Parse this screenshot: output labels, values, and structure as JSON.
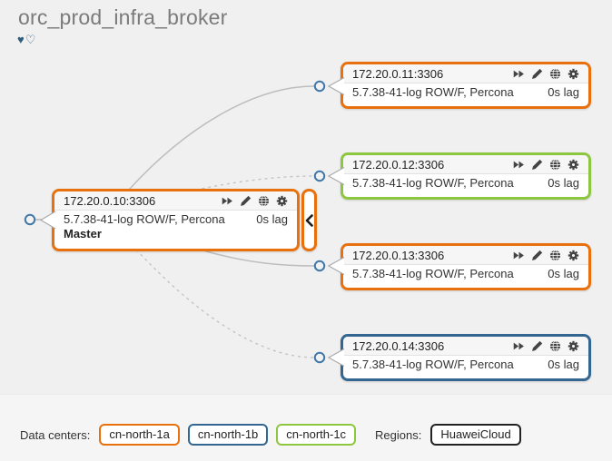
{
  "page": {
    "title": "orc_prod_infra_broker"
  },
  "icons": {
    "heart_filled": "♥",
    "heart_outline": "♡",
    "node_actions": [
      "fast-forward-icon",
      "edit-icon",
      "globe-icon",
      "gear-icon"
    ],
    "collapse_icon": "chevron-left"
  },
  "colors": {
    "dc_orange": "#e8710d",
    "dc_blue": "#336691",
    "dc_green": "#8dc63f",
    "region_dark": "#222222",
    "connector_blue": "#3f77aa"
  },
  "nodes": {
    "master": {
      "host": "172.20.0.10:3306",
      "version": "5.7.38-41-log ROW/F, Percona",
      "lag": "0s lag",
      "role": "Master",
      "dc_color": "#e8710d"
    },
    "replicas": [
      {
        "host": "172.20.0.11:3306",
        "version": "5.7.38-41-log ROW/F, Percona",
        "lag": "0s lag",
        "dc_color": "#e8710d"
      },
      {
        "host": "172.20.0.12:3306",
        "version": "5.7.38-41-log ROW/F, Percona",
        "lag": "0s lag",
        "dc_color": "#8dc63f"
      },
      {
        "host": "172.20.0.13:3306",
        "version": "5.7.38-41-log ROW/F, Percona",
        "lag": "0s lag",
        "dc_color": "#e8710d"
      },
      {
        "host": "172.20.0.14:3306",
        "version": "5.7.38-41-log ROW/F, Percona",
        "lag": "0s lag",
        "dc_color": "#336691"
      }
    ]
  },
  "legend": {
    "dc_label": "Data centers:",
    "datacenters": [
      {
        "label": "cn-north-1a",
        "color": "#e8710d"
      },
      {
        "label": "cn-north-1b",
        "color": "#336691"
      },
      {
        "label": "cn-north-1c",
        "color": "#8dc63f"
      }
    ],
    "region_label": "Regions:",
    "regions": [
      {
        "label": "HuaweiCloud",
        "color": "#222222"
      }
    ]
  }
}
